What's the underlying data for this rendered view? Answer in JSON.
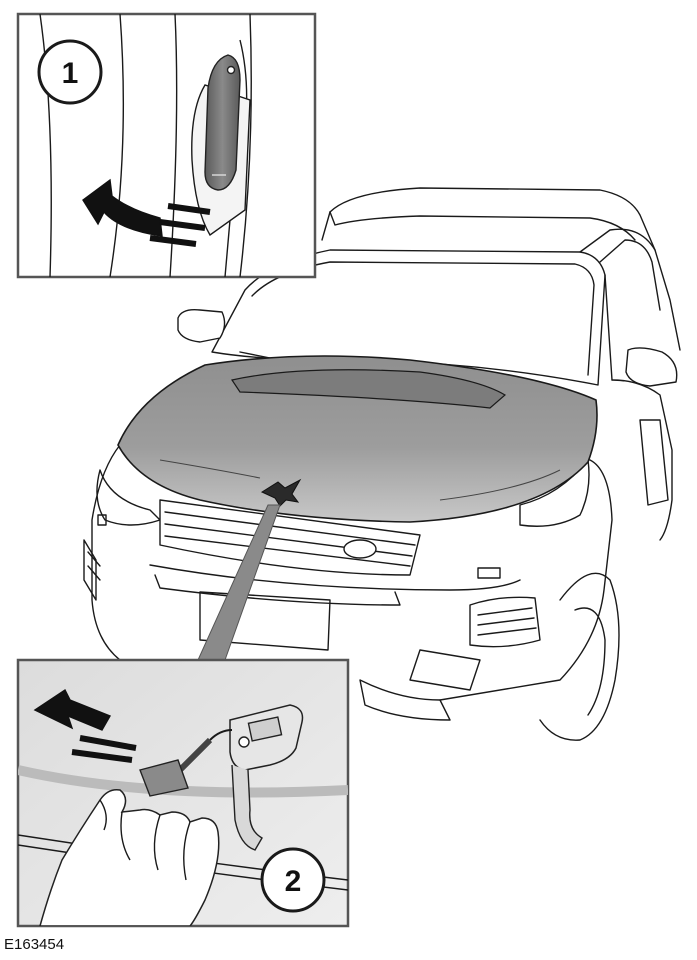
{
  "figure": {
    "reference_code": "E163454",
    "callouts": [
      {
        "number": "1",
        "subject": "interior-bonnet-release-lever"
      },
      {
        "number": "2",
        "subject": "exterior-bonnet-safety-catch"
      }
    ],
    "icons": [
      "arrow-up-icon",
      "hand-icon",
      "lever-icon",
      "latch-icon"
    ],
    "colors": {
      "line": "#1a1a1a",
      "bonnet_shade": "#8a8a8a",
      "panel_border": "#555555",
      "lever": "#6e6e6e"
    }
  }
}
